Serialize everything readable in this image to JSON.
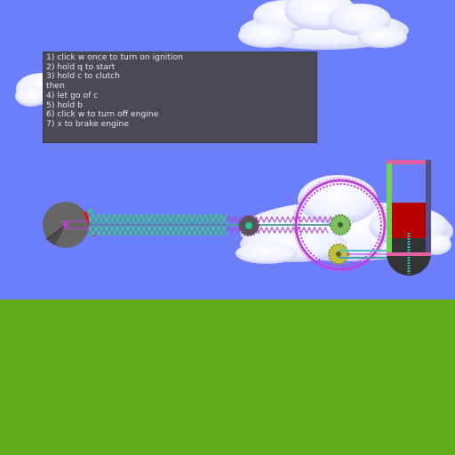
{
  "game": {
    "colors": {
      "sky": "#6d7ff8",
      "ground": "#5ead18",
      "instructions_bg": "#4a4a55",
      "instructions_text": "#e6e6ea",
      "flywheel": "#666666",
      "gear_ring": "#c040e0",
      "piston_fluid": "#b80000",
      "frame_pink": "#e060a0",
      "frame_green": "#70d050",
      "spring_cyan": "#40c0c0"
    },
    "instructions": {
      "lines": [
        "1) click w once to turn on ignition",
        "2) hold q to start",
        "3) hold c to clutch",
        "then",
        "4) let go of c",
        "5) hold b",
        "6) click w to turn off engine",
        "7) x to brake engine"
      ]
    },
    "icons": {
      "clouds": "cloud-icon",
      "flywheel": "flywheel-icon",
      "ring_gear": "ring-gear-icon",
      "piston": "piston-icon"
    }
  }
}
